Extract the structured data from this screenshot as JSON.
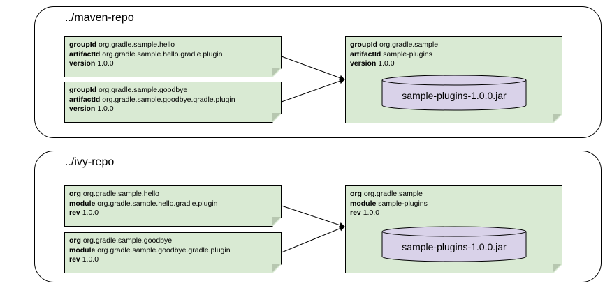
{
  "colors": {
    "note_fill": "#d9ead3",
    "jar_fill": "#d9d2e9",
    "stroke": "#000000"
  },
  "repos": [
    {
      "title": "../maven-repo",
      "sources": [
        {
          "lines": [
            {
              "key": "groupId",
              "value": "org.gradle.sample.hello"
            },
            {
              "key": "artifactId",
              "value": "org.gradle.sample.hello.gradle.plugin"
            },
            {
              "key": "version",
              "value": "1.0.0"
            }
          ]
        },
        {
          "lines": [
            {
              "key": "groupId",
              "value": "org.gradle.sample.goodbye"
            },
            {
              "key": "artifactId",
              "value": "org.gradle.sample.goodbye.gradle.plugin"
            },
            {
              "key": "version",
              "value": "1.0.0"
            }
          ]
        }
      ],
      "target": {
        "lines": [
          {
            "key": "groupId",
            "value": "org.gradle.sample"
          },
          {
            "key": "artifactId",
            "value": "sample-plugins"
          },
          {
            "key": "version",
            "value": "1.0.0"
          }
        ],
        "jar": "sample-plugins-1.0.0.jar"
      }
    },
    {
      "title": "../ivy-repo",
      "sources": [
        {
          "lines": [
            {
              "key": "org",
              "value": "org.gradle.sample.hello"
            },
            {
              "key": "module",
              "value": "org.gradle.sample.hello.gradle.plugin"
            },
            {
              "key": "rev",
              "value": "1.0.0"
            }
          ]
        },
        {
          "lines": [
            {
              "key": "org",
              "value": "org.gradle.sample.goodbye"
            },
            {
              "key": "module",
              "value": "org.gradle.sample.goodbye.gradle.plugin"
            },
            {
              "key": "rev",
              "value": "1.0.0"
            }
          ]
        }
      ],
      "target": {
        "lines": [
          {
            "key": "org",
            "value": "org.gradle.sample"
          },
          {
            "key": "module",
            "value": "sample-plugins"
          },
          {
            "key": "rev",
            "value": "1.0.0"
          }
        ],
        "jar": "sample-plugins-1.0.0.jar"
      }
    }
  ]
}
